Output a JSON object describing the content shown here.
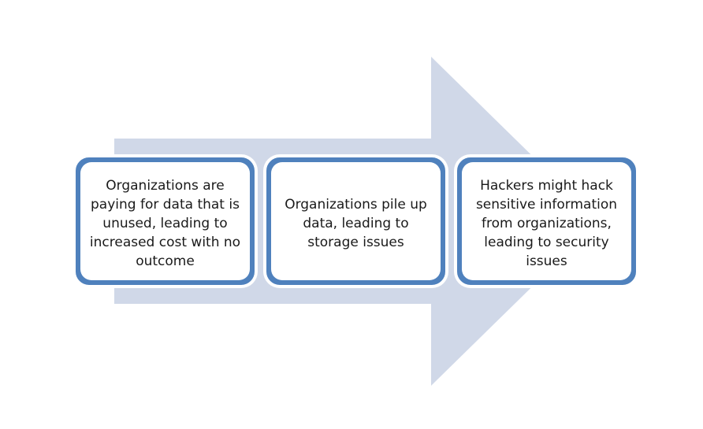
{
  "diagram": {
    "colors": {
      "arrow": "#d0d8e8",
      "card_border": "#4f81bd",
      "card_fill": "#ffffff",
      "text": "#1a1a1a"
    },
    "steps": [
      {
        "text": "Organizations are\npaying for data that is\nunused, leading to\nincreased cost with no\noutcome"
      },
      {
        "text": "Organizations pile up\ndata, leading to\nstorage issues"
      },
      {
        "text": "Hackers might hack\nsensitive information\nfrom organizations,\nleading to security\nissues"
      }
    ]
  }
}
